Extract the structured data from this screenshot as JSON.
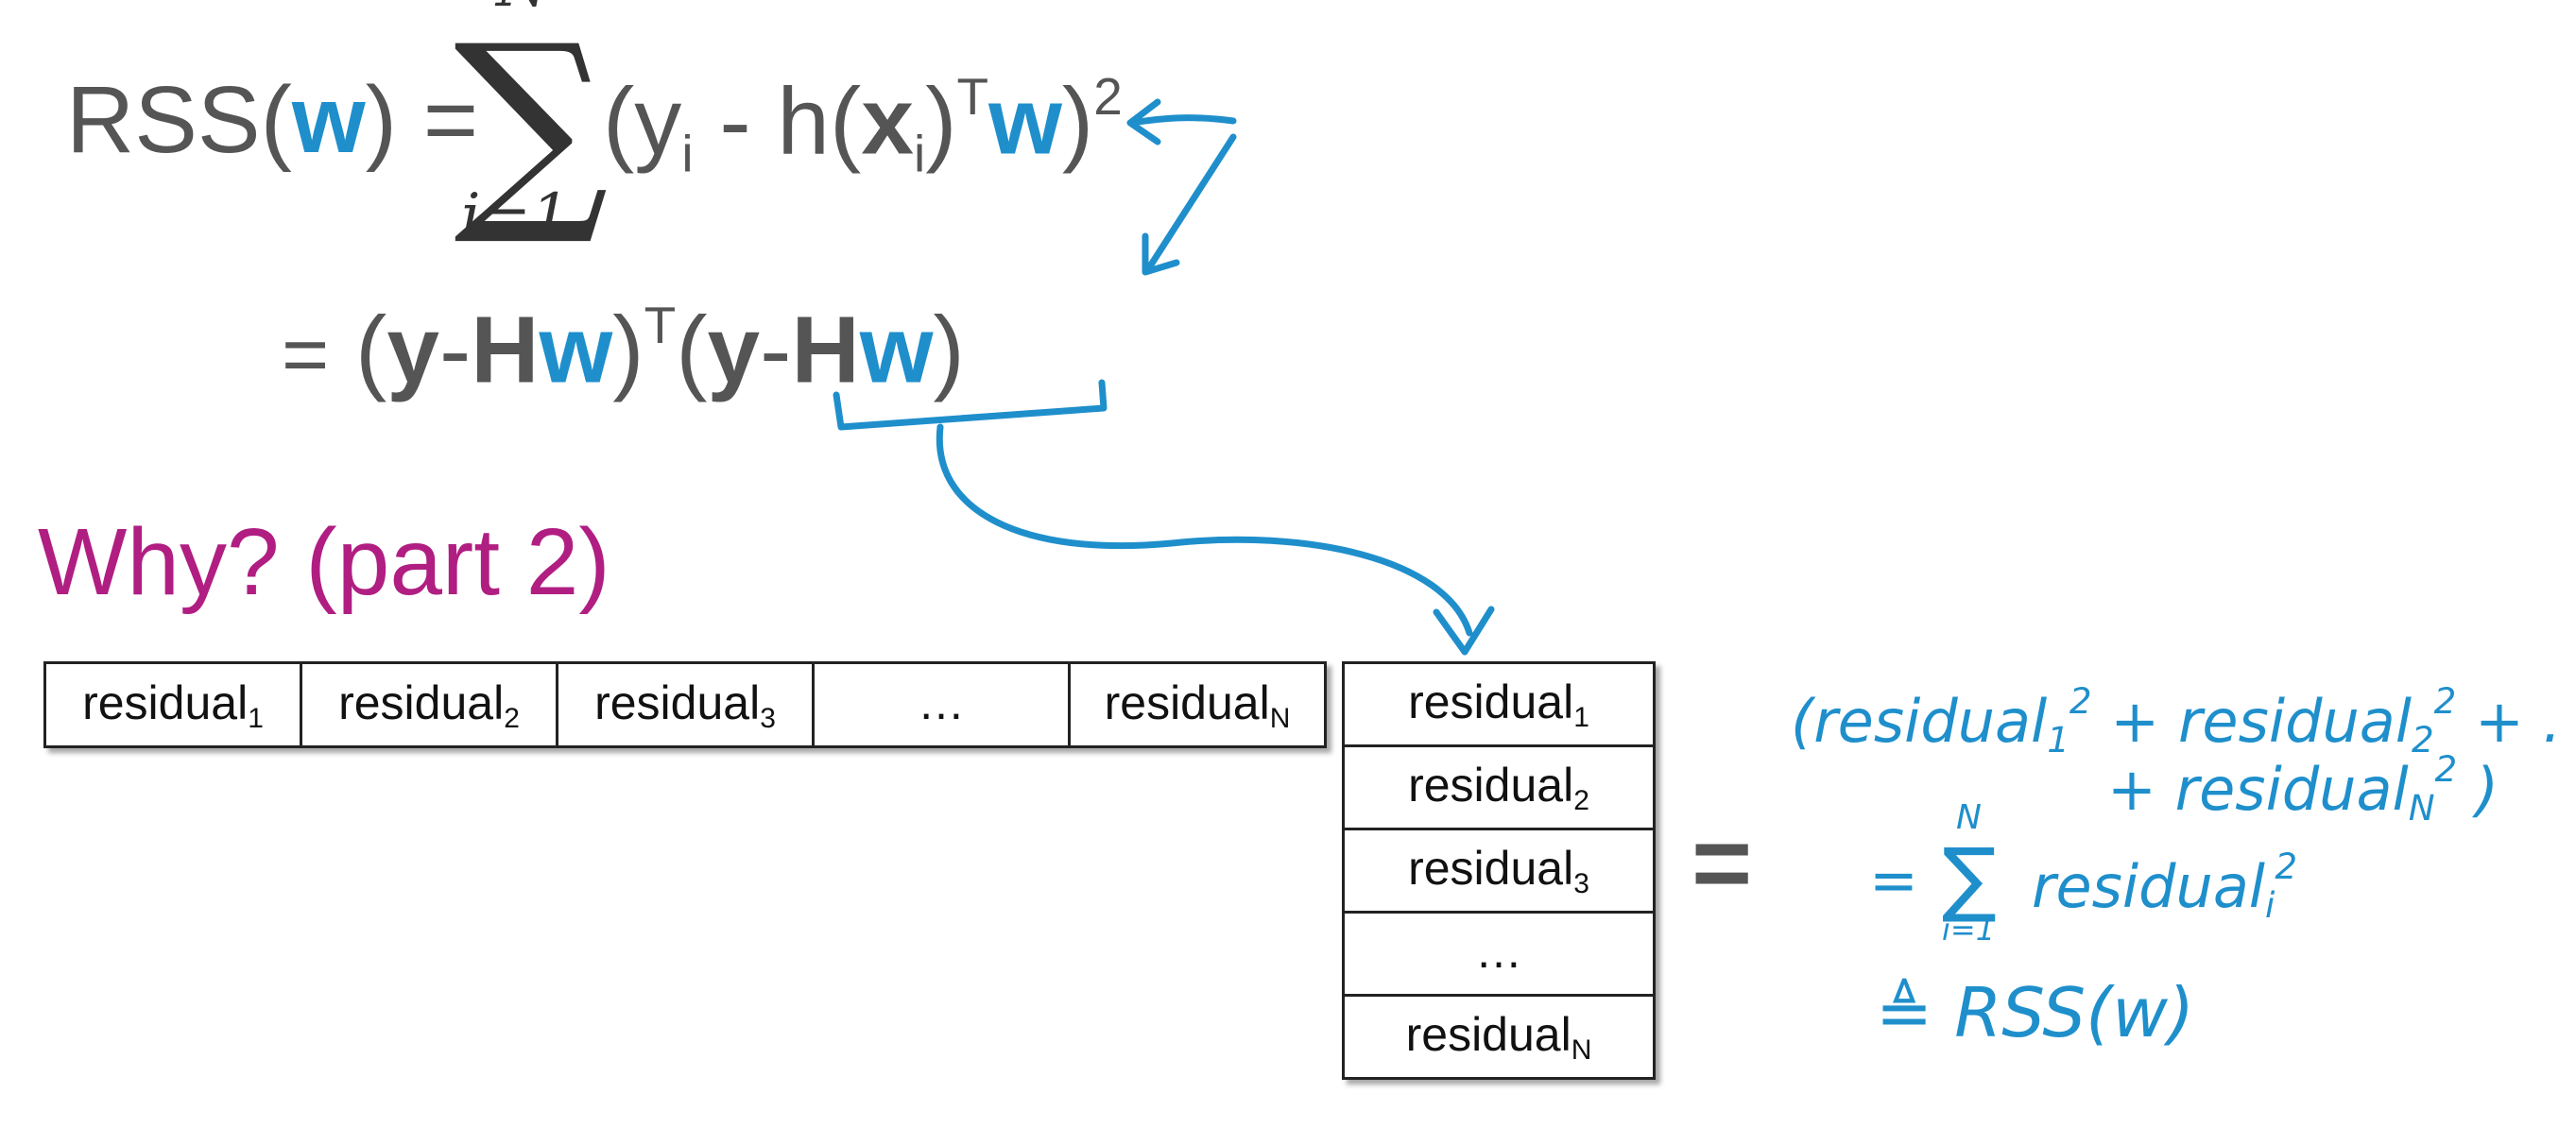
{
  "colors": {
    "weight_blue": "#1f8fcc",
    "title_magenta": "#b01e82",
    "text_gray": "#555555",
    "ink_blue": "#1f8fcc"
  },
  "equation1": {
    "lhs": "RSS(",
    "w": "w",
    "rhs_close": ") =",
    "sum_upper": "N",
    "sum_lower": "i=1",
    "sum_symbol": "∑",
    "term_open": "(y",
    "term_i": "i",
    "term_minus": "- h(",
    "x": "x",
    "x_i": "i",
    "close_T": ")",
    "T": "T",
    "w2": "w",
    "close_sq": ")",
    "sq": "2"
  },
  "equation2": {
    "eq": "=",
    "open1": "(",
    "y1": "y",
    "minus1": "-",
    "H1": "H",
    "w1": "w",
    "close1": ")",
    "T": "T",
    "open2": "(",
    "y2": "y",
    "minus2": "-",
    "H2": "H",
    "w2": "w",
    "close2": ")"
  },
  "title": "Why? (part 2)",
  "row_vector": [
    {
      "base": "residual",
      "sub": "1"
    },
    {
      "base": "residual",
      "sub": "2"
    },
    {
      "base": "residual",
      "sub": "3"
    },
    {
      "base": "…",
      "sub": ""
    },
    {
      "base": "residual",
      "sub": "N"
    }
  ],
  "col_vector": [
    {
      "base": "residual",
      "sub": "1"
    },
    {
      "base": "residual",
      "sub": "2"
    },
    {
      "base": "residual",
      "sub": "3"
    },
    {
      "base": "…",
      "sub": ""
    },
    {
      "base": "residual",
      "sub": "N"
    }
  ],
  "equals_sign": "=",
  "handwritten": {
    "line1_open": "(residual",
    "l1_s1": "1",
    "l1_p1": "2",
    "line1_mid": " + residual",
    "l1_s2": "2",
    "l1_p2": "2",
    "line1_tail": " + . . .",
    "line2_plus": "+ residual",
    "l2_s": "N",
    "l2_p": "2",
    "line2_close": " )",
    "line3_eq": "=",
    "line3_sum": "∑",
    "line3_upper": "N",
    "line3_lower": "i=1",
    "line3_word": "residual",
    "l3_s": "i",
    "l3_p": "2",
    "line4": "≜ RSS(w)"
  }
}
